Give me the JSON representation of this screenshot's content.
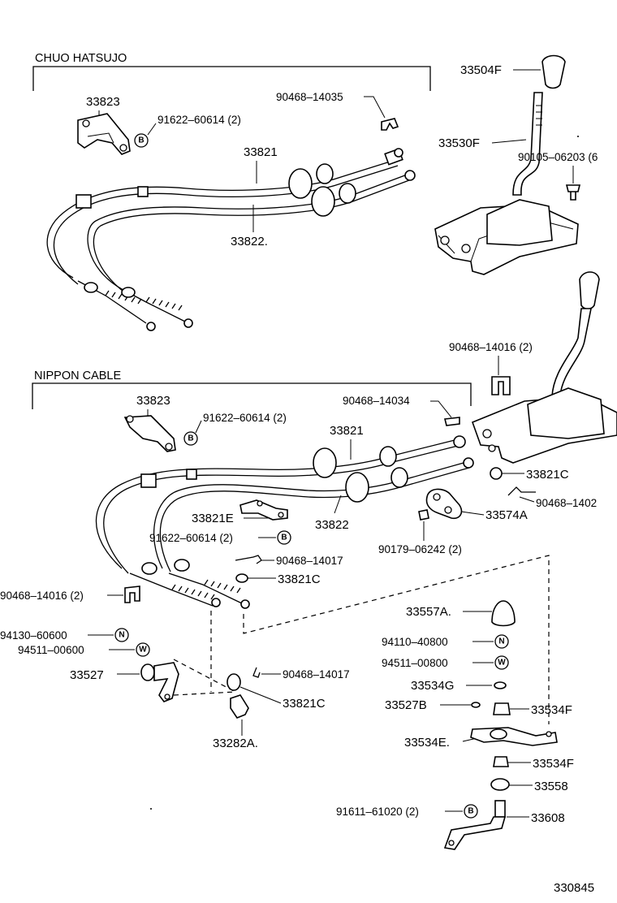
{
  "sections": {
    "chuo": "CHUO HATSUJO",
    "nippon": "NIPPON CABLE"
  },
  "labels": {
    "chuo_33823": "33823",
    "chuo_91622": "91622–60614 (2)",
    "chuo_90468_14035": "90468–14035",
    "chuo_33821": "33821",
    "chuo_33822": "33822.",
    "shift_33504F": "33504F",
    "shift_33530F": "33530F",
    "shift_90105": "90105–06203 (6",
    "shift_90468_14016": "90468–14016 (2)",
    "nip_33823": "33823",
    "nip_91622": "91622–60614 (2)",
    "nip_90468_14034": "90468–14034",
    "nip_33821": "33821",
    "nip_33821C_a": "33821C",
    "nip_90468_1402": "90468–1402",
    "nip_33821E": "33821E",
    "nip_33822": "33822",
    "nip_33574A": "33574A",
    "nip_91622_b": "91622–60614 (2)",
    "nip_90179": "90179–06242 (2)",
    "nip_90468_14017": "90468–14017",
    "nip_33821C_b": "33821C",
    "nip_90468_14016": "90468–14016 (2)",
    "l_94130": "94130–60600",
    "l_94511": "94511–00600",
    "l_33527": "33527",
    "l_90468_14017_b": "90468–14017",
    "l_33821C_c": "33821C",
    "l_33282A": "33282A.",
    "r_33557A": "33557A.",
    "r_94110": "94110–40800",
    "r_94511": "94511–00800",
    "r_33534G": "33534G",
    "r_33527B": "33527B",
    "r_33534F_a": "33534F",
    "r_33534E": "33534E.",
    "r_33534F_b": "33534F",
    "r_33558": "33558",
    "r_91611": "91611–61020 (2)",
    "r_33608": "33608"
  },
  "symbols": {
    "bolt": "B",
    "nut": "N",
    "washer": "W"
  },
  "diagram_code": "330845"
}
